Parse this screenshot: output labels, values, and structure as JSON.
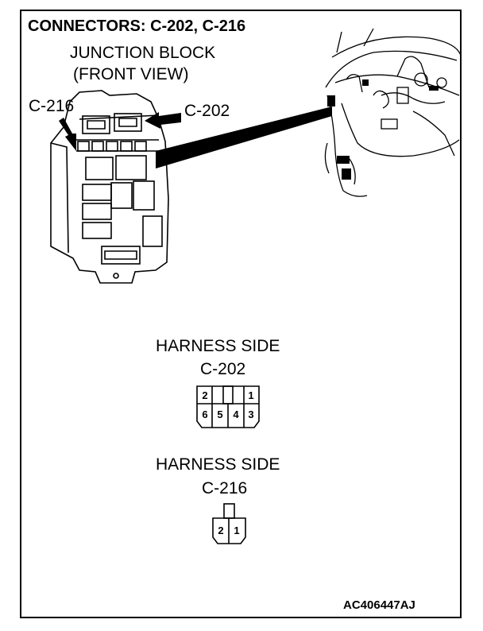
{
  "title": "CONNECTORS: C-202, C-216",
  "junction_block": {
    "line1": "JUNCTION BLOCK",
    "line2": "(FRONT VIEW)",
    "label_c216": "C-216",
    "label_c202": "C-202"
  },
  "connector_c202": {
    "heading": "HARNESS SIDE",
    "name": "C-202",
    "top_pins": [
      "2",
      "1"
    ],
    "bottom_pins": [
      "6",
      "5",
      "4",
      "3"
    ]
  },
  "connector_c216": {
    "heading": "HARNESS SIDE",
    "name": "C-216",
    "pins": [
      "2",
      "1"
    ]
  },
  "figure_code": "AC406447AJ"
}
